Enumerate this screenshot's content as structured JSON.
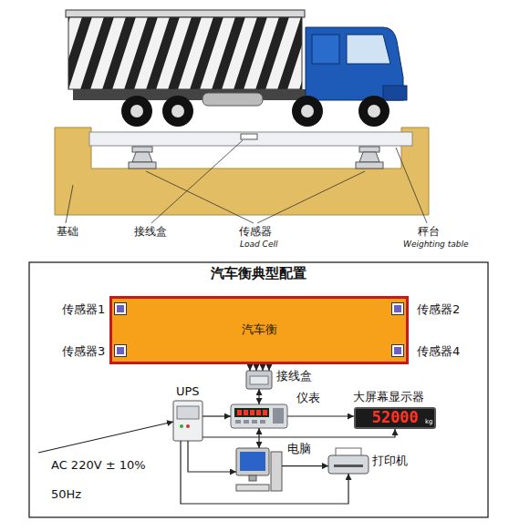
{
  "diagram": {
    "title": "汽车衡典型配置",
    "nodes": [
      {
        "text": [
          "汽车衡"
        ]
      },
      {
        "text": [
          "传感器1"
        ],
        "in": 0
      },
      {
        "text": [
          "传感器2"
        ],
        "in": 0
      },
      {
        "text": [
          "传感器3"
        ],
        "in": 0
      },
      {
        "text": [
          "传感器4"
        ],
        "in": 0
      },
      {
        "text": [
          "接线盒"
        ]
      },
      {
        "text": [
          "UPS"
        ]
      },
      {
        "text": [
          "仪表"
        ]
      },
      {
        "text": [
          "大屏幕显示器",
          "52000",
          "kg"
        ]
      },
      {
        "text": [
          "电脑"
        ]
      },
      {
        "text": [
          "打印机"
        ]
      }
    ],
    "edges": [
      {
        "from": 5,
        "to": 1,
        "arrow": "both"
      },
      {
        "from": 5,
        "to": 2,
        "arrow": "both"
      },
      {
        "from": 5,
        "to": 3,
        "arrow": "both"
      },
      {
        "from": 5,
        "to": 4,
        "arrow": "both"
      },
      {
        "from": 5,
        "to": 7,
        "arrow": "both"
      },
      {
        "from": 6,
        "to": 7,
        "arrow": "to"
      },
      {
        "from": 7,
        "to": 8,
        "arrow": "to"
      },
      {
        "from": 6,
        "to": 8,
        "arrow": "to"
      },
      {
        "from": 7,
        "to": 9,
        "arrow": "both"
      },
      {
        "from": 6,
        "to": 9,
        "arrow": "to"
      },
      {
        "from": 9,
        "to": 10,
        "arrow": "to"
      },
      {
        "from": 6,
        "to": 10,
        "arrow": "to"
      }
    ],
    "labels": [
      "基础",
      "接线盒",
      "传感器",
      "Load Cell",
      "秤台",
      "Weighting table",
      "AC 220V ± 10%",
      "50Hz"
    ]
  }
}
